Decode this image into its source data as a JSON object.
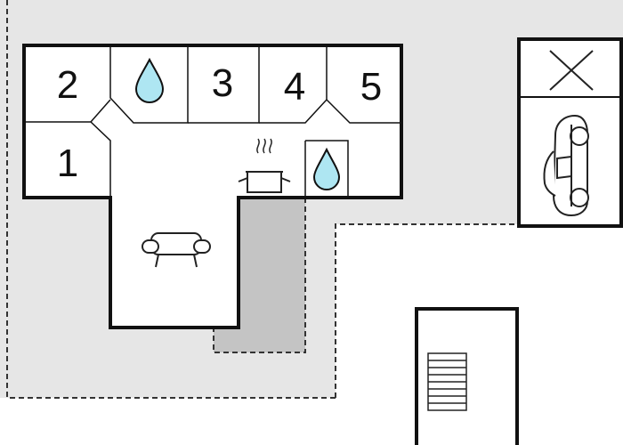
{
  "floorplan": {
    "rooms": [
      {
        "id": "bedroom-1",
        "number": "1"
      },
      {
        "id": "bedroom-2",
        "number": "2"
      },
      {
        "id": "bedroom-3",
        "number": "3"
      },
      {
        "id": "bedroom-4",
        "number": "4"
      },
      {
        "id": "bedroom-5",
        "number": "5"
      }
    ],
    "icons": {
      "bathroom": "water-drop-icon",
      "kitchen": "cooking-pot-icon",
      "living": "sofa-icon",
      "parking": "car-icon",
      "storage": "cross-icon",
      "stairs": "staircase-icon"
    },
    "colors": {
      "wall": "#111111",
      "outdoor_area": "#e6e6e6",
      "terrace": "#c4c4c4",
      "water": "#aee6f2",
      "room_fill": "#ffffff"
    }
  }
}
